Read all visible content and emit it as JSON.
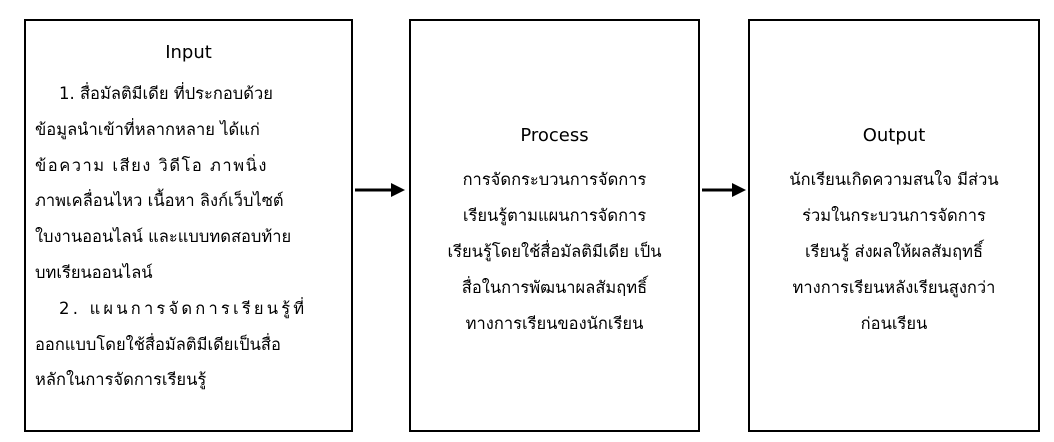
{
  "input": {
    "title": "Input",
    "lines": [
      "1. สื่อมัลติมีเดีย ที่ประกอบด้วย",
      "ข้อมูลนำเข้าที่หลากหลาย ได้แก่",
      "ข้อความ เสียง วิดีโอ ภาพนิ่ง",
      "ภาพเคลื่อนไหว เนื้อหา ลิงก์เว็บไซต์",
      "ใบงานออนไลน์ และแบบทดสอบท้าย",
      "บทเรียนออนไลน์",
      "2. แผนการจัดการเรียนรู้ที่",
      "ออกแบบโดยใช้สื่อมัลติมีเดียเป็นสื่อ",
      "หลักในการจัดการเรียนรู้"
    ]
  },
  "process": {
    "title": "Process",
    "lines": [
      "การจัดกระบวนการจัดการ",
      "เรียนรู้ตามแผนการจัดการ",
      "เรียนรู้โดยใช้สื่อมัลติมีเดีย เป็น",
      "สื่อในการพัฒนาผลสัมฤทธิ์",
      "ทางการเรียนของนักเรียน"
    ]
  },
  "output": {
    "title": "Output",
    "lines": [
      "นักเรียนเกิดความสนใจ มีส่วน",
      "ร่วมในกระบวนการจัดการ",
      "เรียนรู้ ส่งผลให้ผลสัมฤทธิ์",
      "ทางการเรียนหลังเรียนสูงกว่า",
      "ก่อนเรียน"
    ]
  }
}
